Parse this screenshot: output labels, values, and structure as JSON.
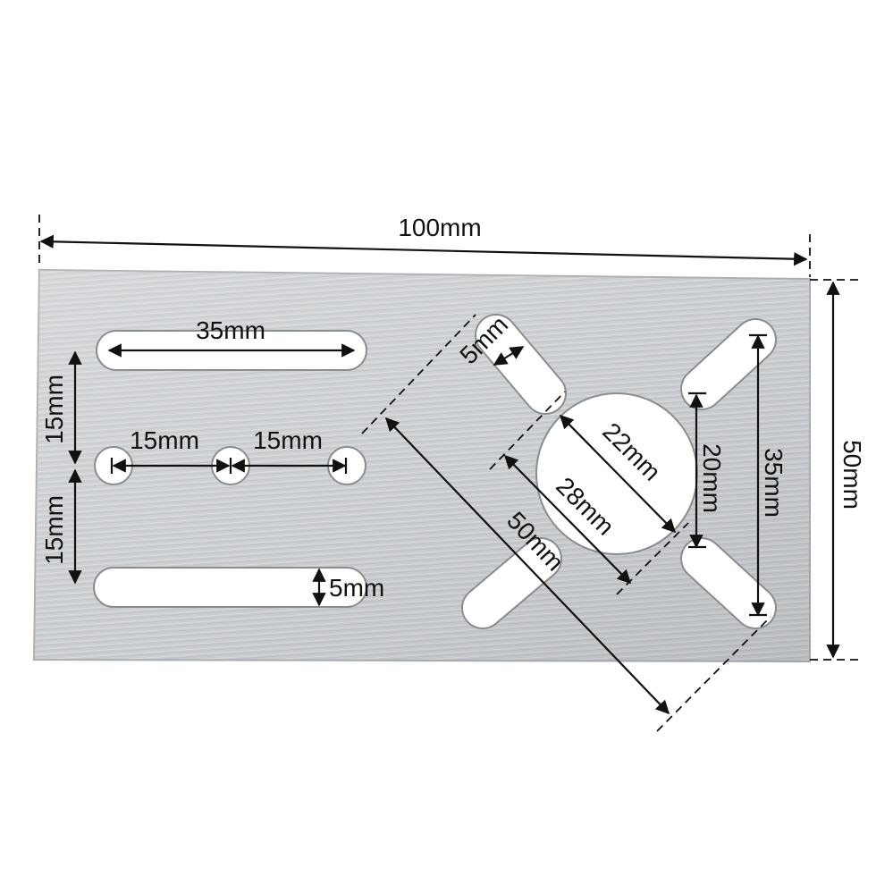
{
  "plate": {
    "material": "brushed aluminum",
    "color": "#c9cccf"
  },
  "dimensions": {
    "width_label": "100mm",
    "height_label": "50mm",
    "top_slot_length_label": "35mm",
    "bottom_slot_width_label": "5mm",
    "upper_spacing_label": "15mm",
    "lower_spacing_label": "15mm",
    "hole_spacing_left_label": "15mm",
    "hole_spacing_right_label": "15mm",
    "x_slot_width_label": "5mm",
    "circle_diameter_label": "22mm",
    "inner_diagonal_label": "28mm",
    "diagonal_span_label": "50mm",
    "inner_vertical_label": "20mm",
    "outer_vertical_label": "35mm"
  }
}
